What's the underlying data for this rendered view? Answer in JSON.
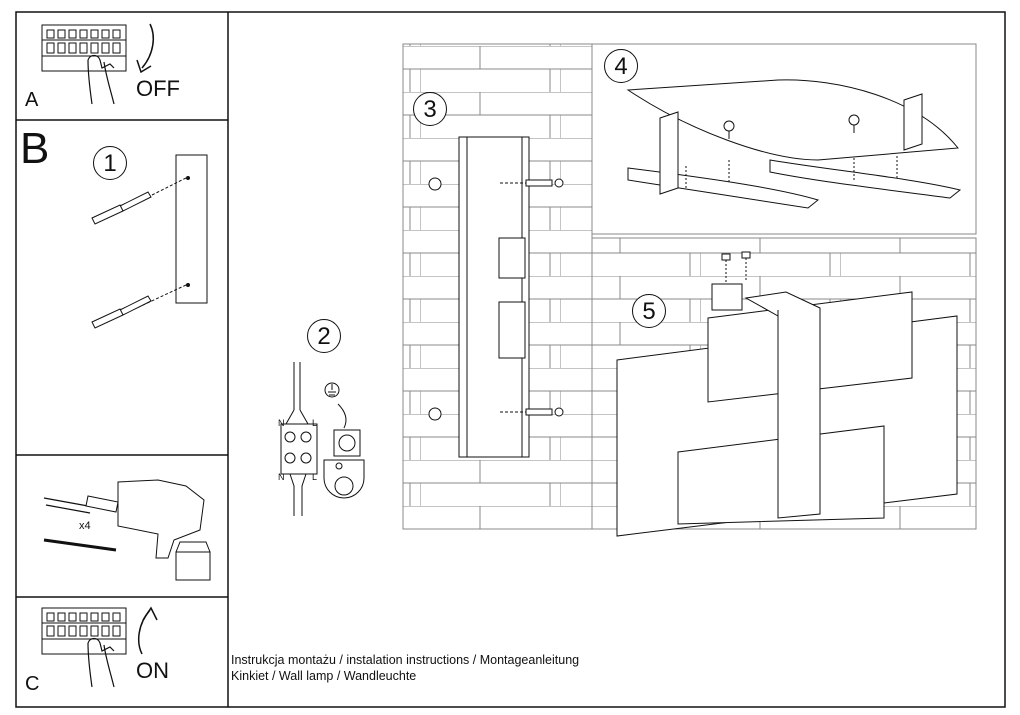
{
  "sections": {
    "a": {
      "letter": "A",
      "action": "OFF"
    },
    "b": {
      "letter": "B"
    },
    "c": {
      "letter": "C",
      "action": "ON"
    }
  },
  "steps": [
    "1",
    "2",
    "3",
    "4",
    "5"
  ],
  "tools": {
    "quantity": "x4"
  },
  "wiring": {
    "neutral": "N",
    "live": "L"
  },
  "caption": {
    "line1": "Instrukcja montażu / instalation instructions / Montageanleitung",
    "line2": "Kinkiet / Wall lamp / Wandleuchte"
  }
}
